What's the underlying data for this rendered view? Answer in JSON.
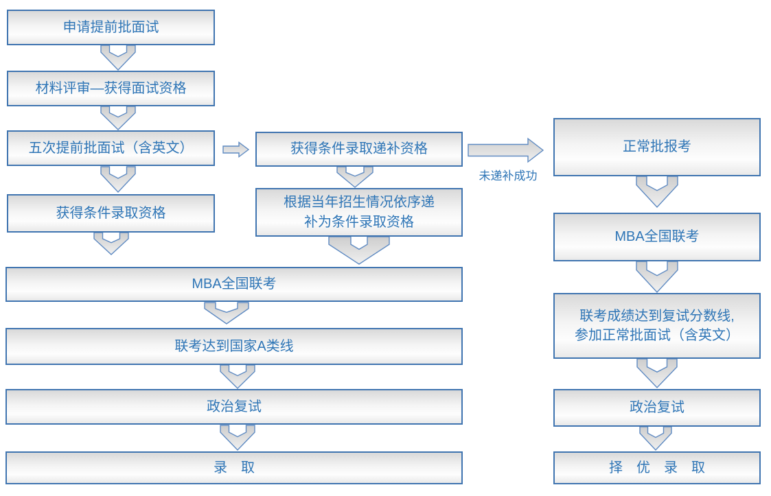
{
  "diagram": {
    "background": "#ffffff",
    "colors": {
      "box_border": "#3f74b0",
      "box_text": "#2e75b6",
      "box_fill_top": "#d9d9d9",
      "box_fill_bottom": "#e9e9e9",
      "arrow_fill_top": "#cdcdcd",
      "arrow_fill_bottom": "#f0f0f0",
      "arrow_stroke": "#5e8ac2"
    },
    "nodes": [
      {
        "label": "申请提前批面试"
      },
      {
        "label": "材料评审—获得面试资格"
      },
      {
        "label": "五次提前批面试（含英文）"
      },
      {
        "label": "获得条件录取资格"
      },
      {
        "label": "获得条件录取递补资格"
      },
      {
        "label": "根据当年招生情况依序递\n补为条件录取资格"
      },
      {
        "label": "MBA全国联考"
      },
      {
        "label": "联考达到国家A类线"
      },
      {
        "label": "政治复试"
      },
      {
        "label": "录　取"
      },
      {
        "label": "正常批报考"
      },
      {
        "label": "MBA全国联考"
      },
      {
        "label": "联考成绩达到复试分数线,\n参加正常批面试（含英文）"
      },
      {
        "label": "政治复试"
      },
      {
        "label": "择　优　录　取"
      }
    ],
    "edge_labels": {
      "unsupplemented": "未递补成功"
    }
  }
}
